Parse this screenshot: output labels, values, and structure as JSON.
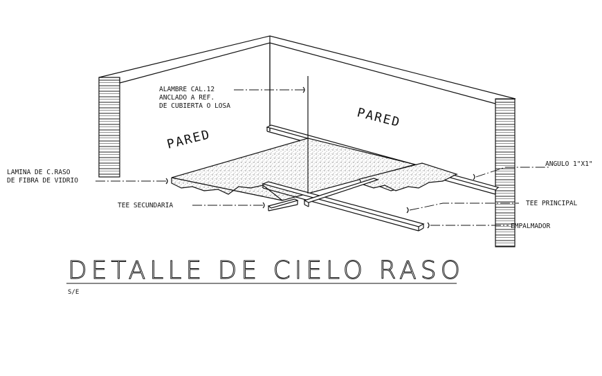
{
  "labels": {
    "alambre": [
      "ALAMBRE CAL.12",
      "ANCLADO A REF.",
      "DE CUBIERTA O LOSA"
    ],
    "pared_left": "PARED",
    "pared_right": "PARED",
    "lamina": [
      "LAMINA DE C.RASO",
      "DE FIBRA DE VIDRIO"
    ],
    "tee_secundaria": "TEE  SECUNDARIA",
    "angulo": "ANGULO  1\"X1\"",
    "tee_principal": "TEE  PRINCIPAL",
    "empalmador": "EMPALMADOR"
  },
  "title": "DETALLE  DE  CIELO RASO",
  "scale": "S/E",
  "colors": {
    "line": "#111111",
    "fill_speckle": "#555555",
    "background": "#ffffff"
  }
}
